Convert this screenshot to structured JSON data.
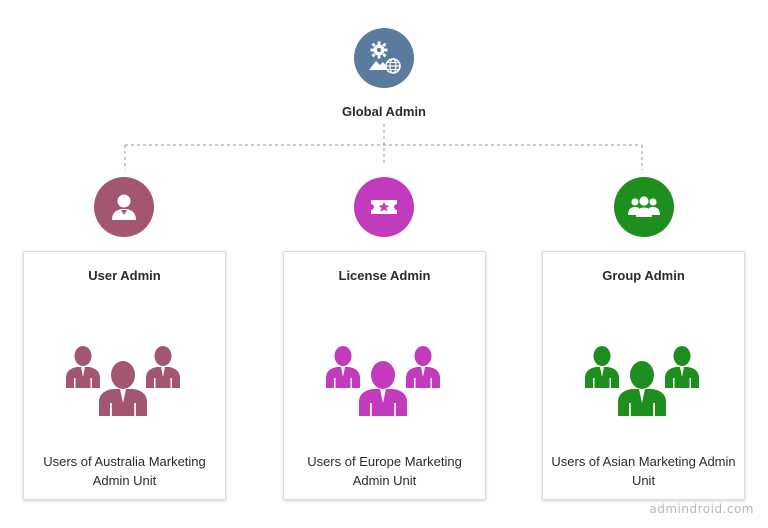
{
  "root": {
    "label": "Global Admin",
    "color": "#5b7b9e",
    "icon": "gear-globe-admin-icon"
  },
  "roles": [
    {
      "title": "User Admin",
      "description": "Users of Australia Marketing Admin Unit",
      "color": "#a35670",
      "icon": "user-icon"
    },
    {
      "title": "License Admin",
      "description": "Users of Europe Marketing Admin Unit",
      "color": "#c23bbd",
      "icon": "license-ticket-icon"
    },
    {
      "title": "Group Admin",
      "description": "Users of Asian Marketing Admin Unit",
      "color": "#1e8f1e",
      "icon": "group-icon"
    }
  ],
  "watermark": "admindroid.com"
}
